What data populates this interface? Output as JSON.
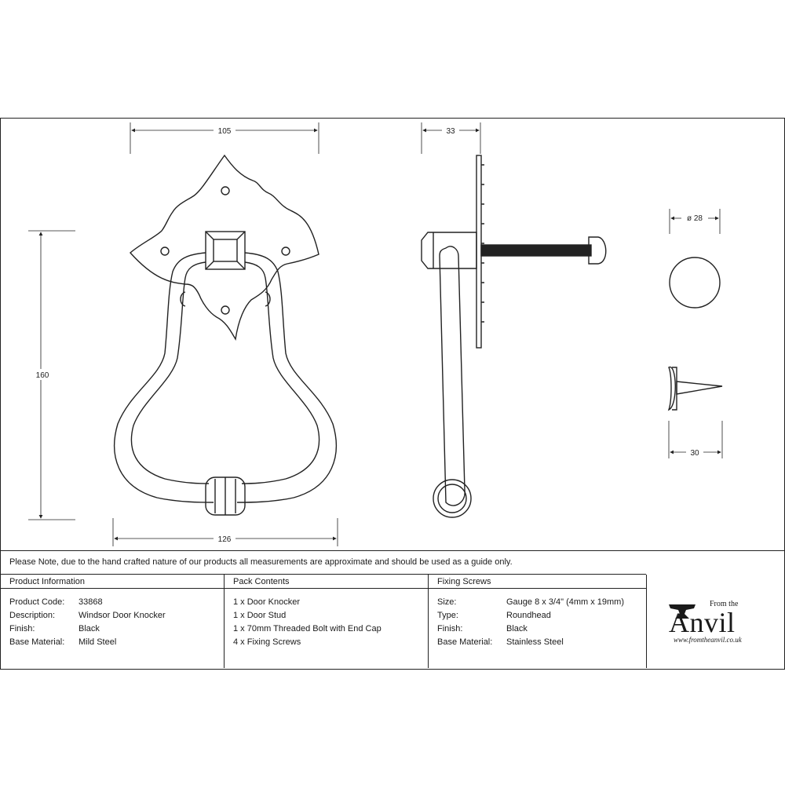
{
  "dimensions": {
    "width_top": "105",
    "width_bottom": "126",
    "height_left": "160",
    "depth": "33",
    "stud_diameter": "ø 28",
    "stud_length": "30"
  },
  "note": "Please Note, due to the hand crafted nature of our products all measurements are approximate and should be used as a guide only.",
  "product_information": {
    "heading": "Product Information",
    "rows": [
      {
        "key": "Product Code:",
        "value": "33868"
      },
      {
        "key": "Description:",
        "value": "Windsor Door Knocker"
      },
      {
        "key": "Finish:",
        "value": "Black"
      },
      {
        "key": "Base Material:",
        "value": "Mild Steel"
      }
    ]
  },
  "pack_contents": {
    "heading": "Pack Contents",
    "items": [
      "1 x Door Knocker",
      "1 x Door Stud",
      "1 x 70mm Threaded Bolt with End Cap",
      "4 x Fixing Screws"
    ]
  },
  "fixing_screws": {
    "heading": "Fixing Screws",
    "rows": [
      {
        "key": "Size:",
        "value": "Gauge 8 x 3/4\" (4mm x 19mm)"
      },
      {
        "key": "Type:",
        "value": "Roundhead"
      },
      {
        "key": "Finish:",
        "value": "Black"
      },
      {
        "key": "Base Material:",
        "value": "Stainless Steel"
      }
    ]
  },
  "logo": {
    "from": "From the",
    "brand": "Anvil",
    "url": "www.fromtheanvil.co.uk"
  }
}
